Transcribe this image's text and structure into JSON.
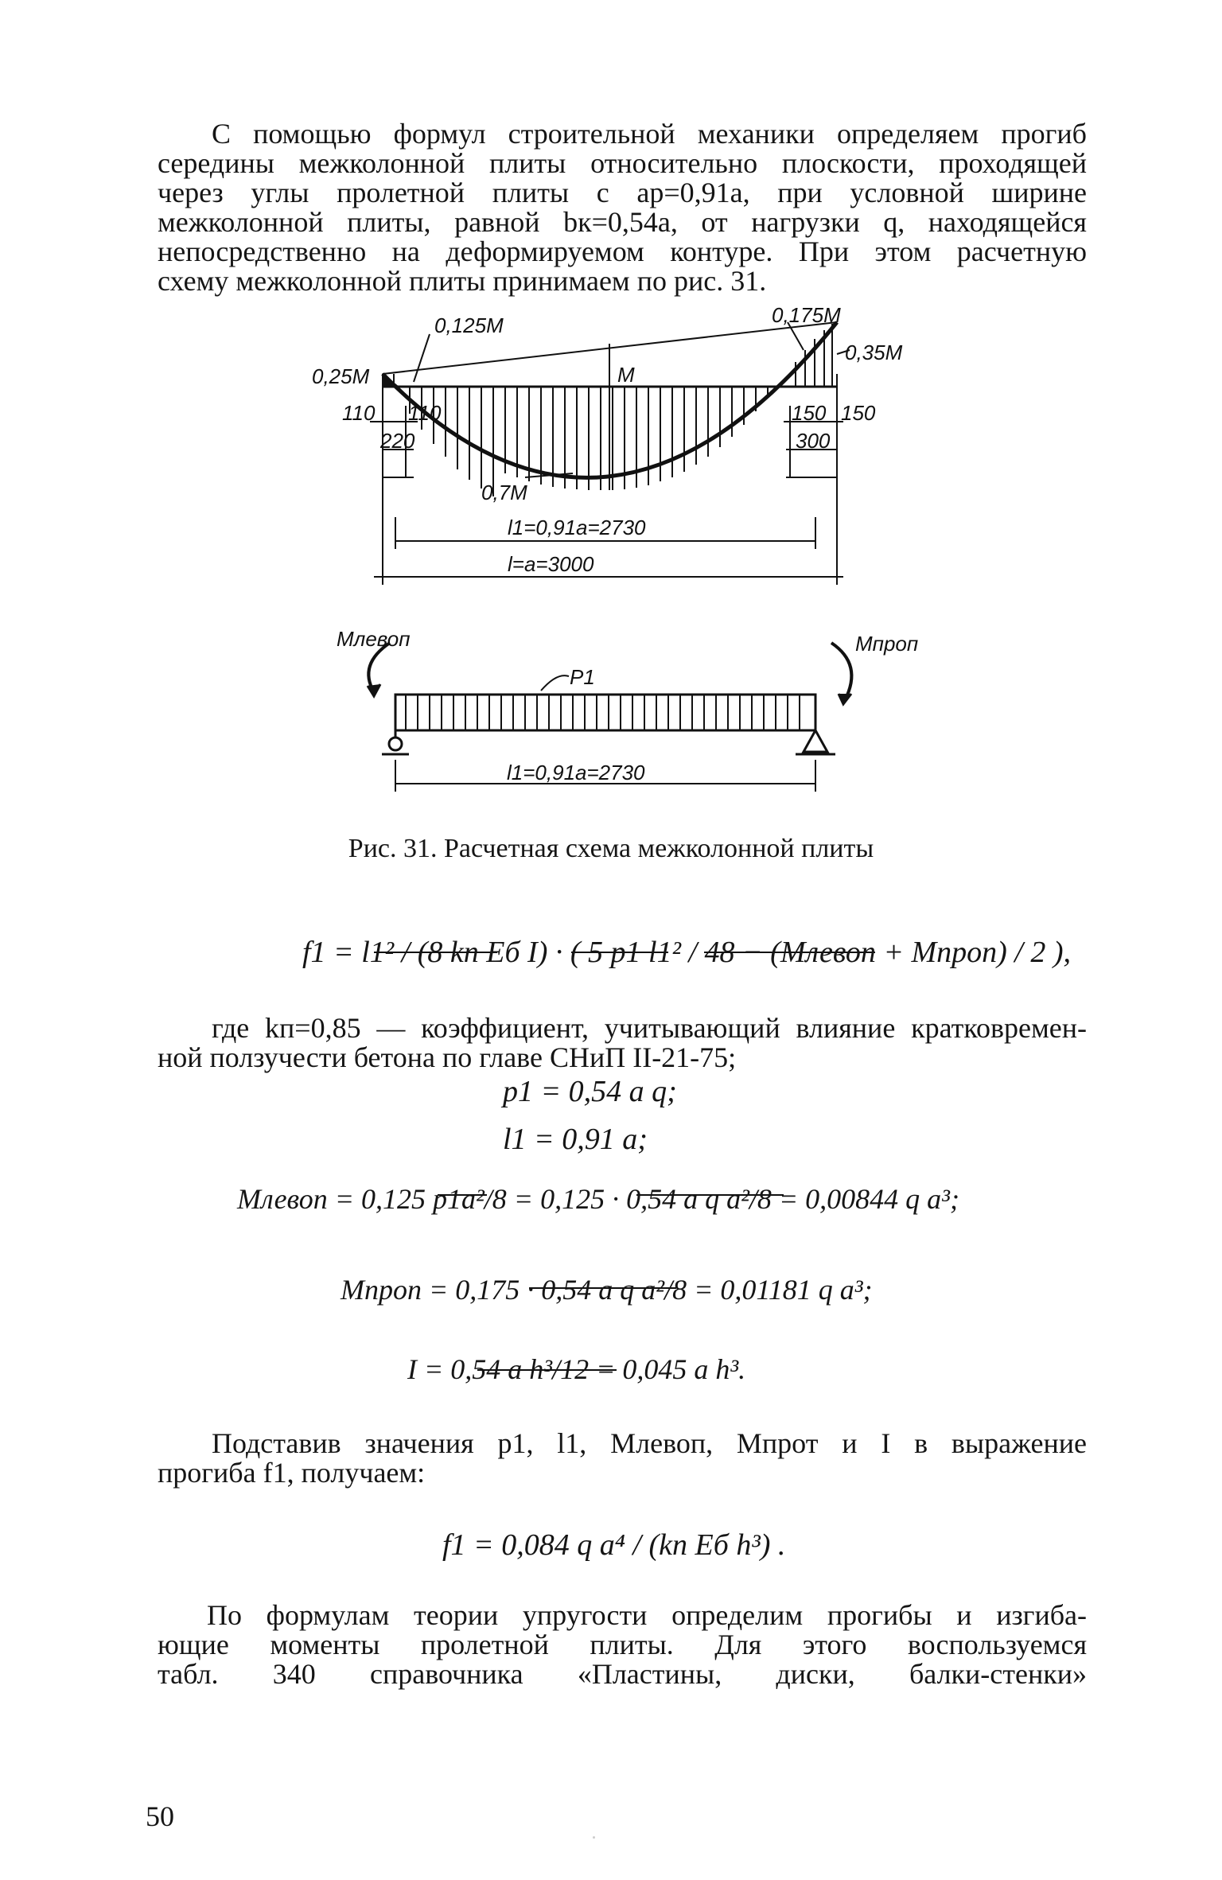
{
  "paragraphs": {
    "p1": [
      "С помощью формул строительной механики определяем прогиб",
      "середины межколонной плиты относительно плоскости, проходящей",
      "через углы пролетной плиты с aр=0,91a, при условной ширине",
      "межколонной плиты, равной bк=0,54a, от нагрузки q, находящейся",
      "непосредственно на деформируемом контуре. При этом расчетную",
      "схему межколонной плиты принимаем по рис. 31."
    ],
    "p2": [
      "где kп=0,85 — коэффициент, учитывающий влияние кратковремен-",
      "ной ползучести бетона по главе СНиП II-21-75;"
    ],
    "p3": [
      "Подставив значения p1, l1, Mлевоп, Mпрот и I в выражение",
      "прогиба f1, получаем:"
    ],
    "p4": [
      "По формулам теории упругости определим прогибы и изгиба-",
      "ющие моменты пролетной плиты. Для этого воспользуемся",
      "табл. 340 справочника «Пластины, диски, балки-стенки»"
    ]
  },
  "figure": {
    "caption": "Рис. 31. Расчетная схема межколонной плиты",
    "labels": {
      "m0125": "0,125M",
      "m0175": "0,175M",
      "m025": "0,25M",
      "m035": "0,35M",
      "m": "M",
      "m07": "0,7M",
      "d110a": "110",
      "d110b": "110",
      "d220": "220",
      "d150a": "150",
      "d150b": "150",
      "d300": "300",
      "l1": "l1=0,91a=2730",
      "l": "l=a=3000",
      "mleft": "Mлевоп",
      "mright": "Mпроп",
      "p1": "P1",
      "l1b": "l1=0,91a=2730"
    }
  },
  "formulas": {
    "f1_main": "f1 = l1² / (8 kп Eб I) · ( 5 p1 l1² / 48 − (Mлевоп + Mпроп) / 2 ),",
    "p1": "p1 = 0,54 a q;",
    "l1": "l1 = 0,91 a;",
    "mleft": "Mлевоп = 0,125 p1a²/8 = 0,125 · 0,54 a q a²/8 = 0,00844 q a³;",
    "mright": "Mпроп = 0,175 · 0,54 a q a²/8 = 0,01181 q a³;",
    "I": "I = 0,54 a h³/12 = 0,045 a h³.",
    "f1_result": "f1 = 0,084 q a⁴ / (kп Eб h³) ."
  },
  "page_number": "50"
}
